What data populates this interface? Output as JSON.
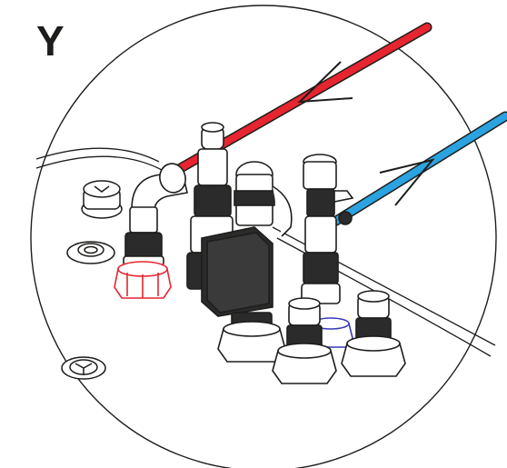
{
  "figure": {
    "label": "Y",
    "description_hidden": false,
    "colors": {
      "outline": "#1d1d1b",
      "hot_pipe": "#e62530",
      "cold_pipe": "#2aa3e0",
      "hot_connector": "#e62530",
      "cold_connector": "#3a3ab8",
      "fill": "#ffffff",
      "dark_fill": "#2b2b2b"
    },
    "pipes": [
      {
        "name": "hot-water-pipe",
        "color_key": "hot_pipe",
        "arrow": "toward-unit"
      },
      {
        "name": "cold-water-pipe",
        "color_key": "cold_pipe",
        "arrow": "away-from-unit"
      }
    ],
    "components": [
      "elbow-fitting",
      "pressure-relief-valve",
      "motorized-valve",
      "isolation-valve",
      "union-connector-hot",
      "union-connector-cold",
      "compression-fitting",
      "drain-outlet"
    ]
  }
}
